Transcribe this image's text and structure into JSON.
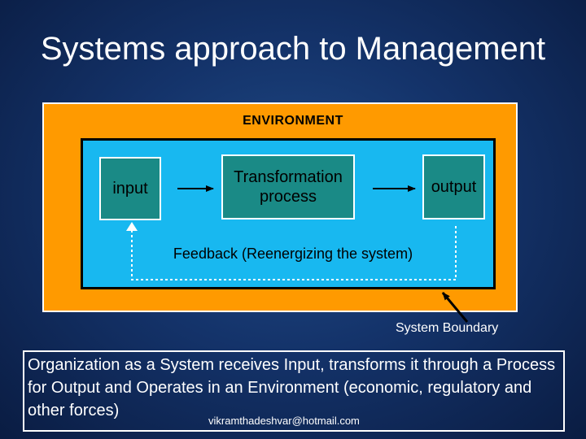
{
  "title": "Systems approach to Management",
  "diagram": {
    "environment_label": "ENVIRONMENT",
    "input_label": "input",
    "process_label": "Transformation\nprocess",
    "output_label": "output",
    "feedback_label": "Feedback (Reenergizing the system)",
    "boundary_label": "System Boundary"
  },
  "caption": "Organization as a System  receives Input, transforms it through a Process for Output and Operates in an Environment (economic, regulatory and other forces)",
  "watermark": "vikramthadeshvar@hotmail.com",
  "colors": {
    "environment": "#ff9a00",
    "system": "#18b8f0",
    "component_box": "#1a8a86",
    "background": "#14336a"
  }
}
